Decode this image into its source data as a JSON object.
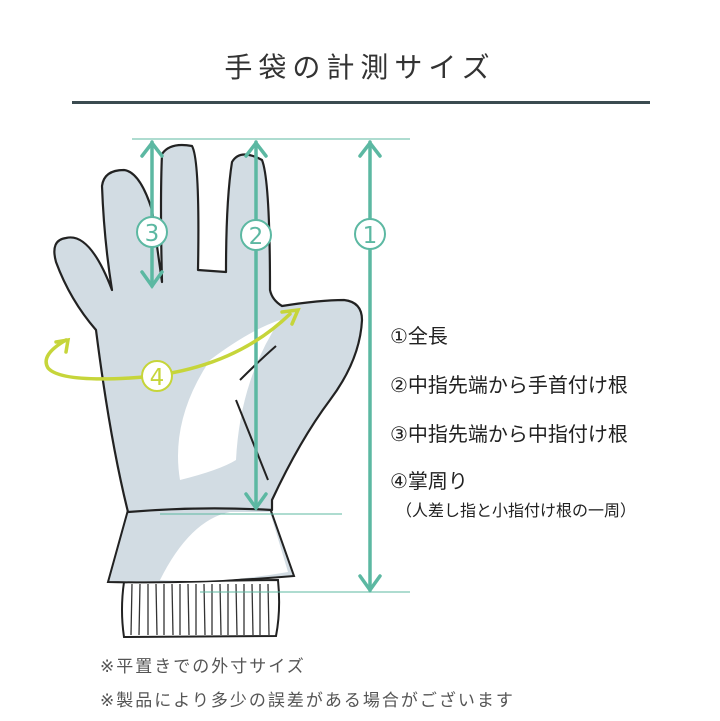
{
  "title": "手袋の計測サイズ",
  "diagram": {
    "markers": [
      "①",
      "②",
      "③",
      "④"
    ],
    "colors": {
      "measure": "#5cb8a2",
      "circumference": "#c6d53a",
      "glove_fill": "#d2dce3",
      "outline": "#222222"
    }
  },
  "legend": [
    {
      "label": "①全長"
    },
    {
      "label": "②中指先端から手首付け根"
    },
    {
      "label": "③中指先端から中指付け根"
    },
    {
      "label": "④掌周り"
    }
  ],
  "legend_note": "（人差し指と小指付け根の一周）",
  "notes": [
    "※平置きでの外寸サイズ",
    "※製品により多少の誤差がある場合がございます"
  ]
}
